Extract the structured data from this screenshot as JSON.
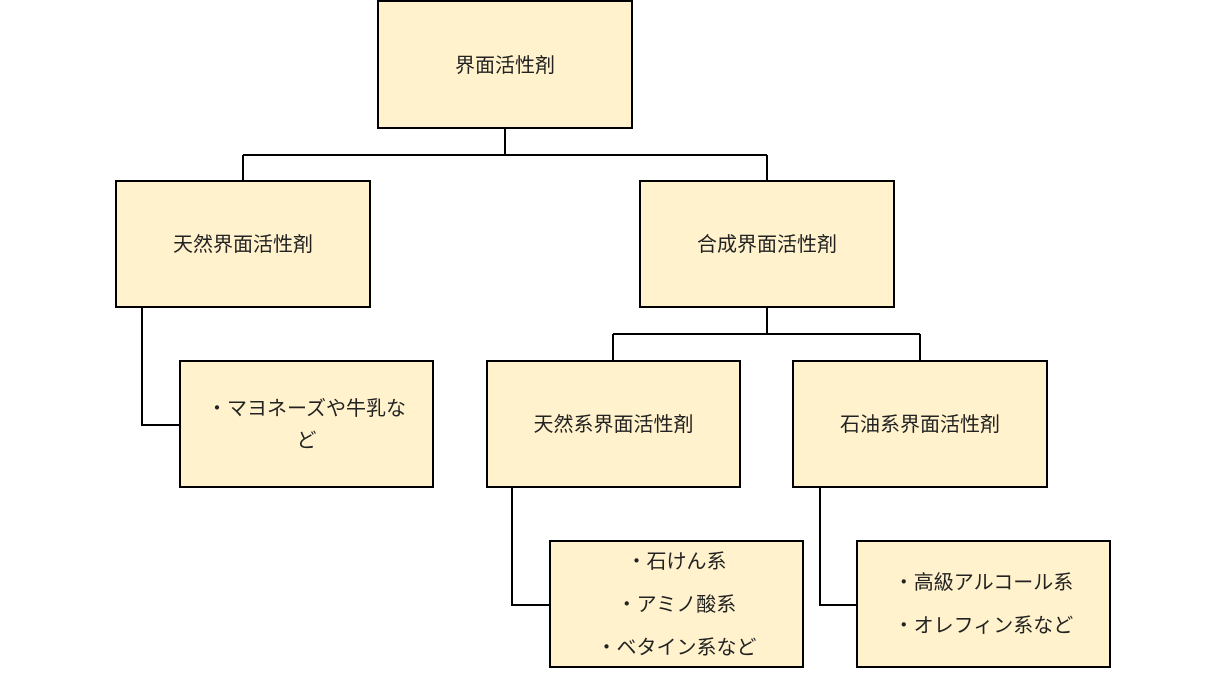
{
  "nodes": {
    "root": {
      "lines": [
        "界面活性剤"
      ]
    },
    "natural": {
      "lines": [
        "天然界面活性剤"
      ]
    },
    "synthetic": {
      "lines": [
        "合成界面活性剤"
      ]
    },
    "natural_examples": {
      "lines": [
        "・マヨネーズや牛乳な",
        "ど"
      ]
    },
    "natural_type": {
      "lines": [
        "天然系界面活性剤"
      ]
    },
    "petroleum_type": {
      "lines": [
        "石油系界面活性剤"
      ]
    },
    "natural_type_examples": {
      "lines": [
        "・石けん系",
        "・アミノ酸系",
        "・ベタイン系など"
      ]
    },
    "petroleum_type_examples": {
      "lines": [
        "・高級アルコール系",
        "・オレフィン系など"
      ]
    }
  },
  "colors": {
    "box_fill": "#fff2cc",
    "border": "#000000"
  }
}
